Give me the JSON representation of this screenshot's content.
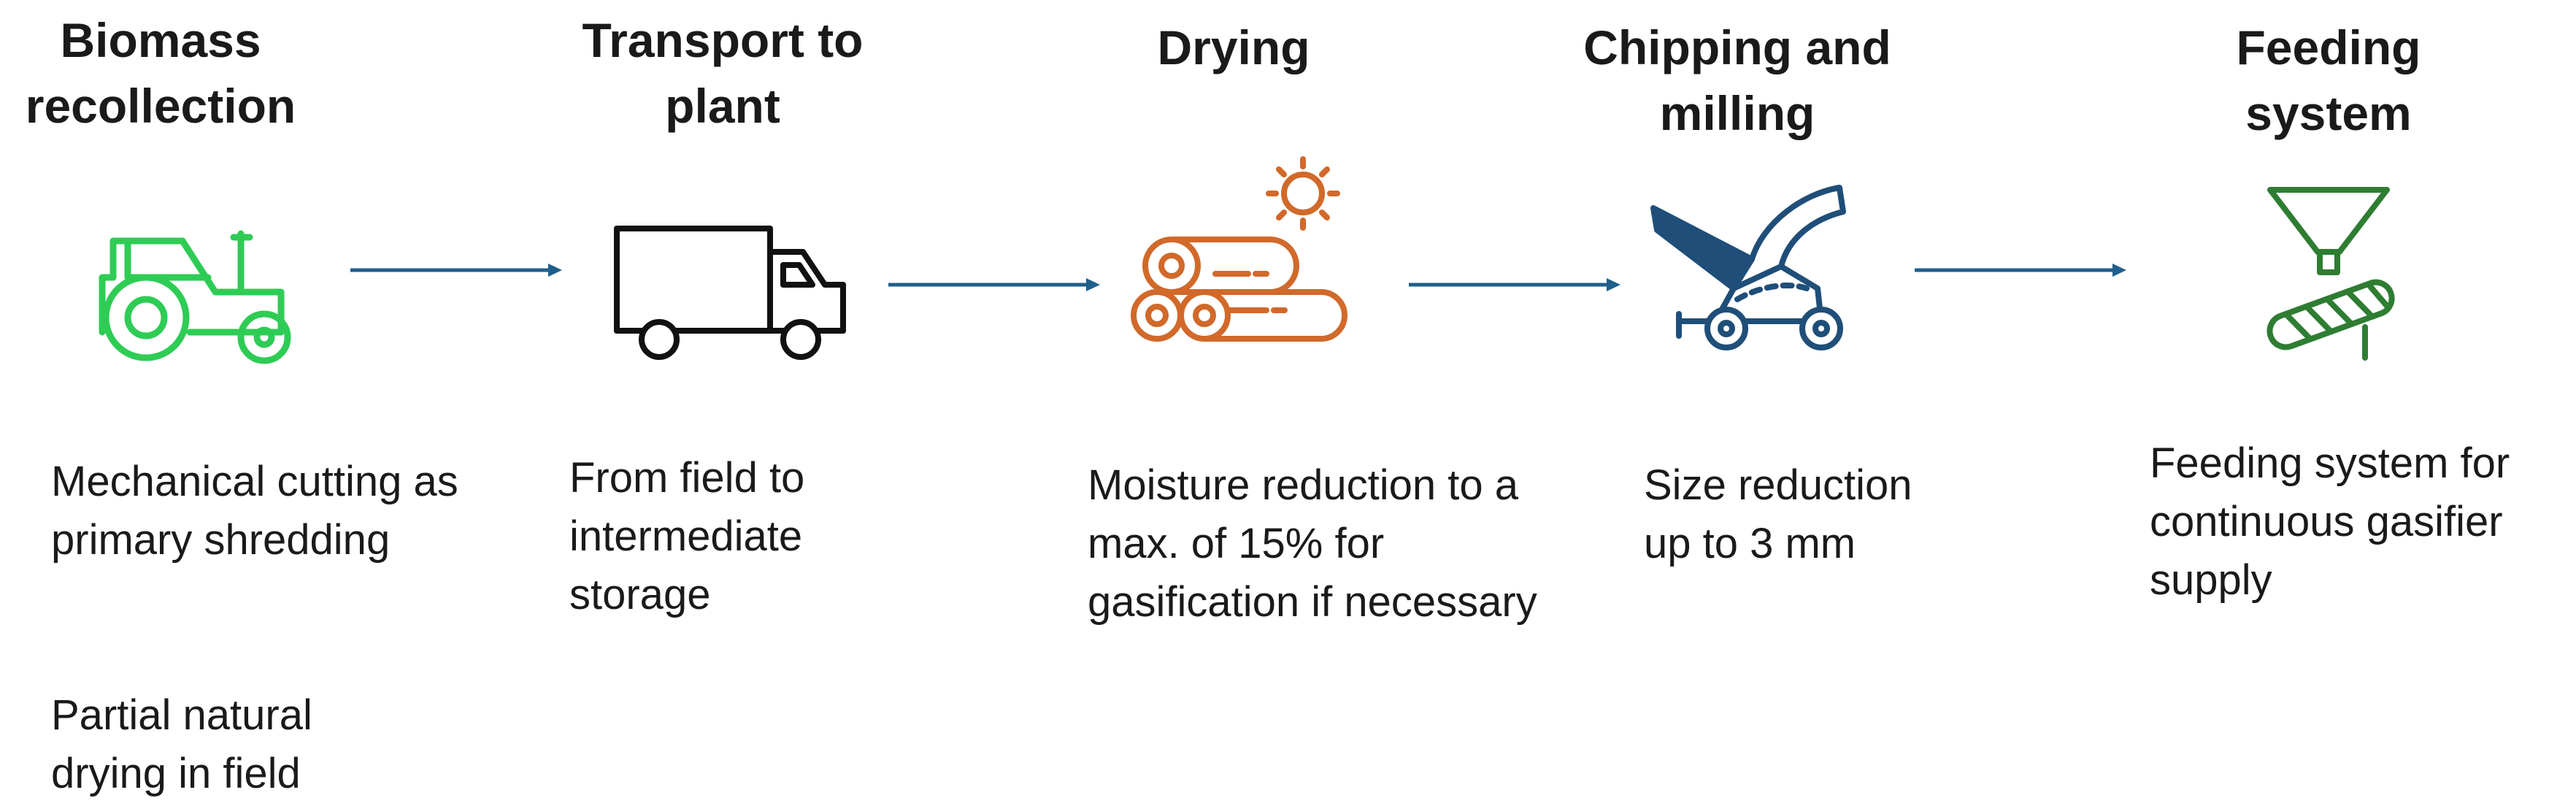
{
  "stages": [
    {
      "title": "Biomass recollection",
      "icon": "tractor-icon",
      "color": "#2ecc55",
      "descriptions": [
        "Mechanical cutting as primary shredding",
        "Partial natural drying in field"
      ]
    },
    {
      "title": "Transport to plant",
      "icon": "truck-icon",
      "color": "#111111",
      "descriptions": [
        "From field to intermediate storage"
      ]
    },
    {
      "title": "Drying",
      "icon": "logs-sun-icon",
      "color": "#d1692a",
      "descriptions": [
        "Moisture reduction to a max. of 15% for gasification if necessary"
      ]
    },
    {
      "title": "Chipping and milling",
      "icon": "wood-chipper-icon",
      "color": "#1f4e79",
      "descriptions": [
        "Size reduction up to 3 mm"
      ]
    },
    {
      "title": "Feeding system",
      "icon": "hopper-screw-icon",
      "color": "#2e7d32",
      "descriptions": [
        "Feeding system for continuous gasifier supply"
      ]
    }
  ],
  "arrow_color": "#1f5f8b"
}
